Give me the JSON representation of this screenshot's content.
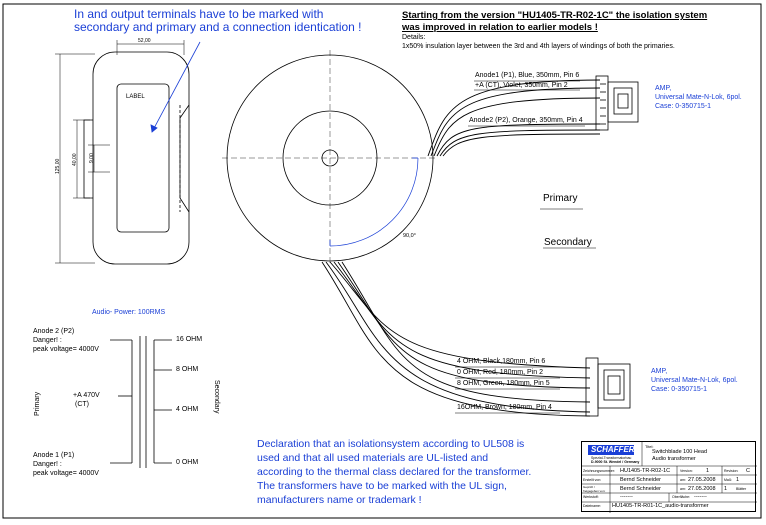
{
  "top_note": {
    "line1": "In and output terminals have to be marked with",
    "line2": "secondary and primary and a connection identication !"
  },
  "version_note": {
    "heading_line1": "Starting from the version \"HU1405-TR-R02-1C\" the isolation system",
    "heading_line2": "was improved in relation to earlier models !",
    "details_label": "Details:",
    "details_text": "1x50% insulation layer between the 3rd and 4th layers of windings of both the primaries."
  },
  "side_view": {
    "width_dim": "52,00",
    "height_dim": "125,00",
    "inner_dim_1": "40,00",
    "inner_dim_2": "9,00",
    "label_text": "LABEL"
  },
  "top_view": {
    "angle_label": "90,0°",
    "primary_label": "Primary",
    "secondary_label": "Secondary"
  },
  "primary_wires": [
    {
      "label": "Anode1 (P1), Blue, 350mm, Pin 6"
    },
    {
      "label": "+A (CT), Violet, 350mm, Pin 2"
    },
    {
      "label": "Anode2 (P2), Orange, 350mm, Pin 4"
    }
  ],
  "primary_connector": {
    "line1": "AMP,",
    "line2": "Universal Mate-N-Lok, 6pol.",
    "line3": "Case: 0-350715-1"
  },
  "secondary_wires": [
    {
      "label": "4 OHM, Black,180mm, Pin 6"
    },
    {
      "label": "0 OHM, Red, 180mm, Pin 2"
    },
    {
      "label": "8 OHM, Green, 180mm, Pin 5"
    },
    {
      "label": "16OHM, Brown, 180mm, Pin 4"
    }
  ],
  "secondary_connector": {
    "line1": "AMP,",
    "line2": "Universal Mate-N-Lok, 6pol.",
    "line3": "Case: 0-350715-1"
  },
  "schematic": {
    "audio_power": "Audio- Power:  100RMS",
    "anode2_line1": "Anode 2 (P2)",
    "anode2_line2": "Danger! :",
    "anode2_line3": "peak voltage= 4000V",
    "ct_line1": "+A 470V",
    "ct_line2": "(CT)",
    "anode1_line1": "Anode 1 (P1)",
    "anode1_line2": "Danger! :",
    "anode1_line3": "peak voltage= 4000V",
    "primary_side": "Primary",
    "secondary_side": "Secondary",
    "taps": [
      "16 OHM",
      "8 OHM",
      "4 OHM",
      "0 OHM"
    ]
  },
  "declaration": {
    "line1": "Declaration that an isolationsystem according to UL508 is",
    "line2": "used and that all used materials are UL-listed and",
    "line3": "according to the thermal class declared for the transformer.",
    "line4": "The transformers have to be marked with the UL sign,",
    "line5": "manufacturers name or trademark !"
  },
  "title_block": {
    "logo": "SCHAFFER",
    "logo_sub1": "Spezial-Transformatorbau",
    "logo_sub2": "D-9000 St. Wendel / Germany",
    "titel_label": "Titel:",
    "title_line1": "Switchblade 100 Head",
    "title_line2": "Audio transformer",
    "drawing_no_label": "Zeichnungsnummer:",
    "drawing_no": "HU1405-TR-R02-1C",
    "version_label": "Version:",
    "version": "1",
    "revision_label": "Revision:",
    "revision": "C",
    "created_label": "Erstellt von:",
    "created_by": "Bernd Schneider",
    "created_on_label": "am:",
    "created_on": "27.05.2008",
    "scale_label": "Maß:",
    "scale": "1",
    "checked_label": "Geprüft / freigegeben von:",
    "checked_by": "Bernd Schneider",
    "checked_on_label": "am:",
    "checked_on": "27.05.2008",
    "sheet": "1",
    "sheet_label": "Blätter",
    "material_label": "Werkstoff:",
    "material": "-------",
    "surface_label": "Oberfläche:",
    "surface": "-------",
    "file_label": "Dateiname:",
    "file_name": "HU1405-TR-R01-1C_audio-transformer"
  }
}
